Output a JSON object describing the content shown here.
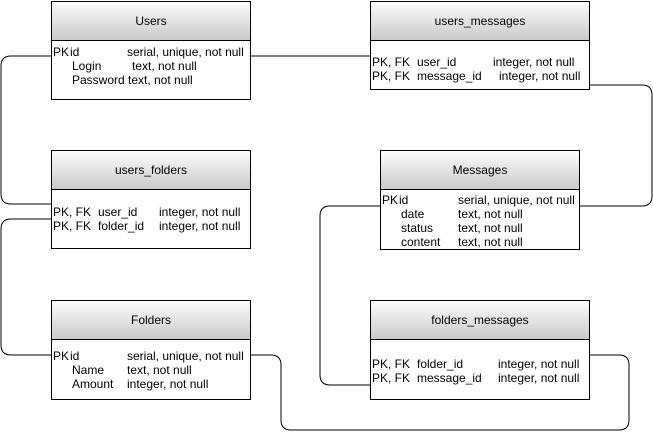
{
  "tables": {
    "users": {
      "title": "Users",
      "rows": [
        {
          "key": "PK",
          "name": "id",
          "type": "serial, unique, not null"
        },
        {
          "key": "",
          "name": "Login",
          "type": "text, not null"
        },
        {
          "key": "",
          "name": "Password",
          "type": "text, not null"
        }
      ]
    },
    "users_messages": {
      "title": "users_messages",
      "rows": [
        {
          "key": "PK, FK",
          "name": "user_id",
          "type": "integer, not null"
        },
        {
          "key": "PK, FK",
          "name": "message_id",
          "type": "integer, not null"
        }
      ]
    },
    "users_folders": {
      "title": "users_folders",
      "rows": [
        {
          "key": "PK, FK",
          "name": "user_id",
          "type": "integer, not null"
        },
        {
          "key": "PK, FK",
          "name": "folder_id",
          "type": "integer, not null"
        }
      ]
    },
    "messages": {
      "title": "Messages",
      "rows": [
        {
          "key": "PK",
          "name": "id",
          "type": "serial, unique, not null"
        },
        {
          "key": "",
          "name": "date",
          "type": "text, not null"
        },
        {
          "key": "",
          "name": "status",
          "type": "text, not null"
        },
        {
          "key": "",
          "name": "content",
          "type": "text, not null"
        }
      ]
    },
    "folders": {
      "title": "Folders",
      "rows": [
        {
          "key": "PK",
          "name": "id",
          "type": "serial, unique, not null"
        },
        {
          "key": "",
          "name": "Name",
          "type": "text, not null"
        },
        {
          "key": "",
          "name": "Amount",
          "type": "integer, not null"
        }
      ]
    },
    "folders_messages": {
      "title": "folders_messages",
      "rows": [
        {
          "key": "PK, FK",
          "name": "folder_id",
          "type": "integer, not null"
        },
        {
          "key": "PK, FK",
          "name": "message_id",
          "type": "integer, not null"
        }
      ]
    }
  },
  "colors": {
    "line": "#000000",
    "header_top": "#fdfdfd",
    "header_bottom": "#c9c9c9",
    "background": "#ffffff"
  }
}
